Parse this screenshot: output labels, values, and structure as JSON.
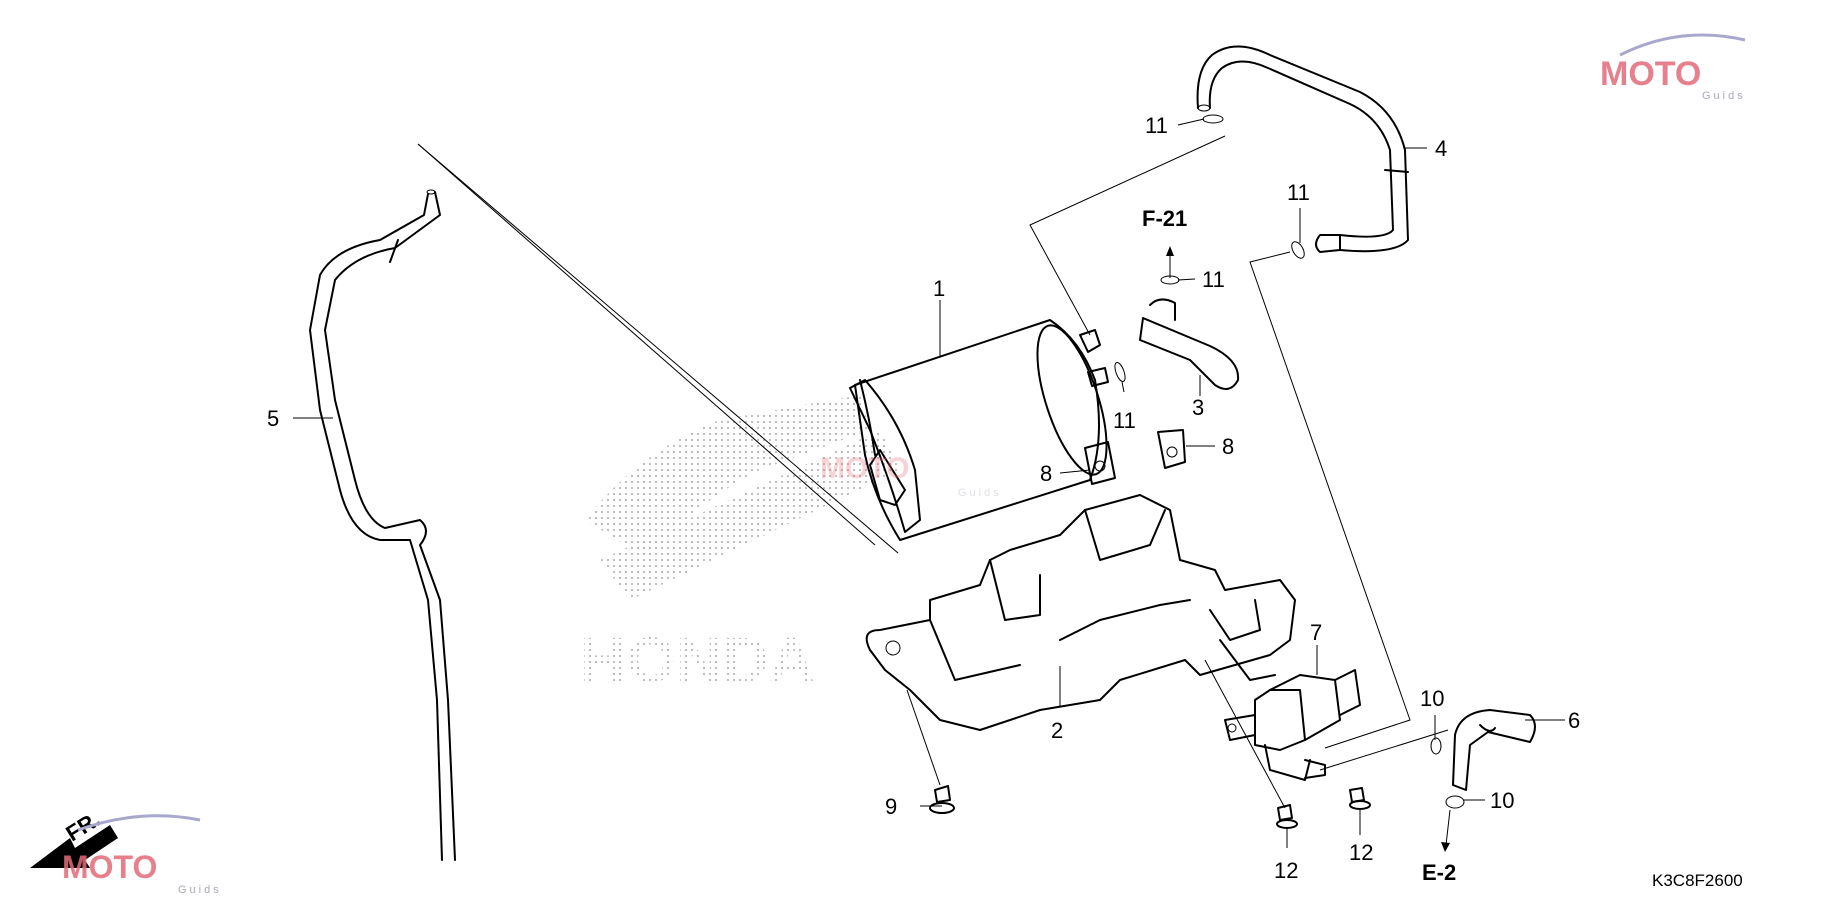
{
  "callouts": [
    {
      "id": "1",
      "label": "1"
    },
    {
      "id": "2",
      "label": "2"
    },
    {
      "id": "3",
      "label": "3"
    },
    {
      "id": "4",
      "label": "4"
    },
    {
      "id": "5",
      "label": "5"
    },
    {
      "id": "6",
      "label": "6"
    },
    {
      "id": "7",
      "label": "7"
    },
    {
      "id": "8a",
      "label": "8"
    },
    {
      "id": "8b",
      "label": "8"
    },
    {
      "id": "9",
      "label": "9"
    },
    {
      "id": "10a",
      "label": "10"
    },
    {
      "id": "10b",
      "label": "10"
    },
    {
      "id": "11a",
      "label": "11"
    },
    {
      "id": "11b",
      "label": "11"
    },
    {
      "id": "11c",
      "label": "11"
    },
    {
      "id": "11d",
      "label": "11"
    },
    {
      "id": "12a",
      "label": "12"
    },
    {
      "id": "12b",
      "label": "12"
    }
  ],
  "references": {
    "top": "F-21",
    "bottom": "E-2"
  },
  "front_indicator": "FR.",
  "diagram_code": "K3C8F2600",
  "watermark": {
    "brand": "MOTO",
    "sub": "Guids"
  },
  "background_mark": "HONDA",
  "colors": {
    "ink": "#000000",
    "watermark_red": "#e36b7a",
    "watermark_grey": "#a8a8b8",
    "background": "#ffffff"
  }
}
